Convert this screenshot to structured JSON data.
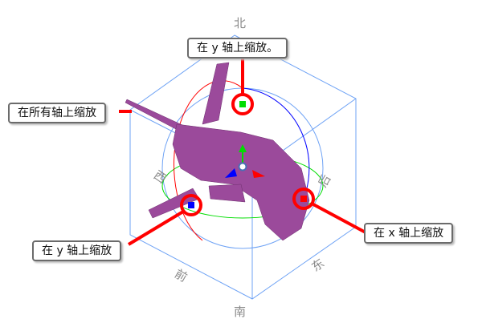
{
  "directions": {
    "north": "北",
    "south": "南",
    "west": "西",
    "east": "东",
    "front": "前",
    "back": "后"
  },
  "callouts": {
    "top": "在 y 轴上缩放。",
    "all": "在所有轴上缩放",
    "x": "在 x 轴上缩放",
    "bottom_left": "在 y 轴上缩放"
  },
  "colors": {
    "callout_line": "#ff0000",
    "cube": "#6fa3f5",
    "model": "#9b4a9b",
    "x_axis": "#ff0000",
    "y_axis": "#00dd00",
    "z_axis": "#0000ff"
  }
}
